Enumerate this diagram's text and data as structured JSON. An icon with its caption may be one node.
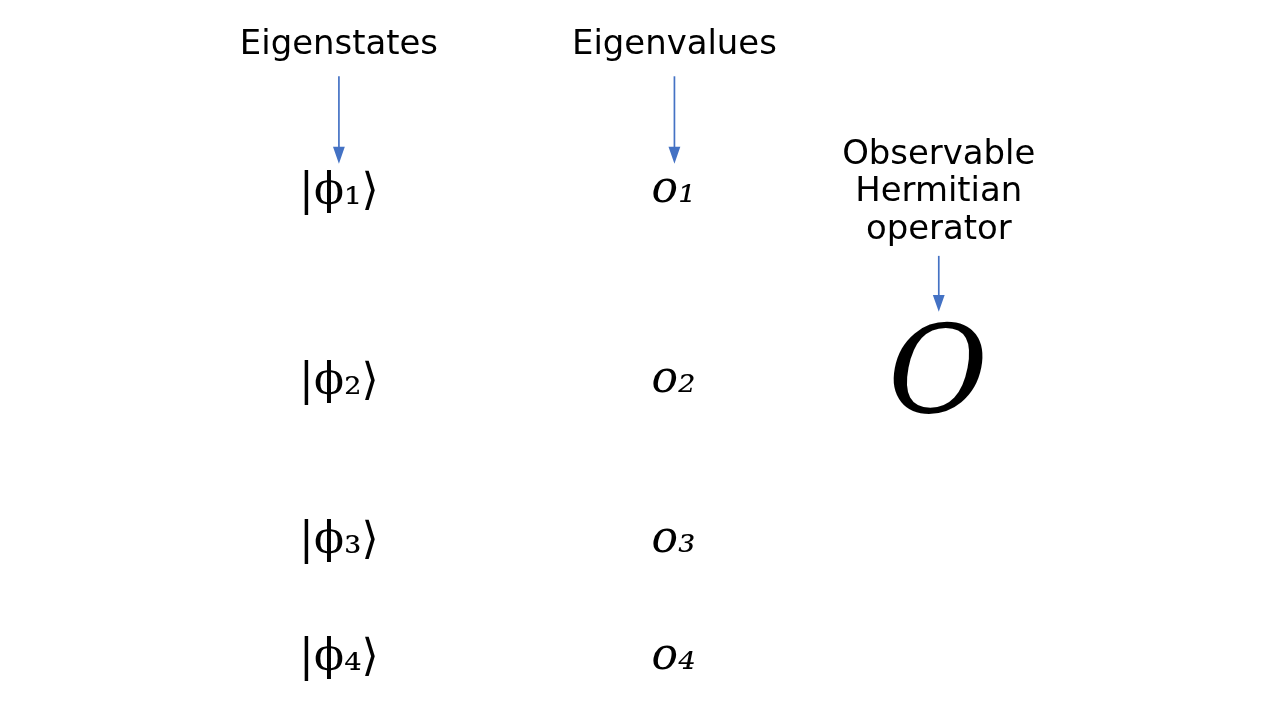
{
  "diagram": {
    "nodes": [
      {
        "text": [
          "Eigenstates"
        ]
      },
      {
        "text": [
          "Eigenvalues"
        ]
      },
      {
        "text": [
          "Observable Hermitian operator"
        ]
      },
      {
        "text": [
          "O"
        ]
      },
      {
        "text": [
          "|ϕ₁⟩"
        ]
      },
      {
        "text": [
          "o₁"
        ]
      }
    ],
    "edges": [
      {
        "from": 0,
        "to": 4,
        "arrow": "to"
      },
      {
        "from": 1,
        "to": 5,
        "arrow": "to"
      },
      {
        "from": 2,
        "to": 3,
        "arrow": "to"
      }
    ],
    "labels": [
      "|ϕ₂⟩",
      "o₂",
      "|ϕ₃⟩",
      "o₃",
      "|ϕ₄⟩",
      "o₄"
    ]
  }
}
